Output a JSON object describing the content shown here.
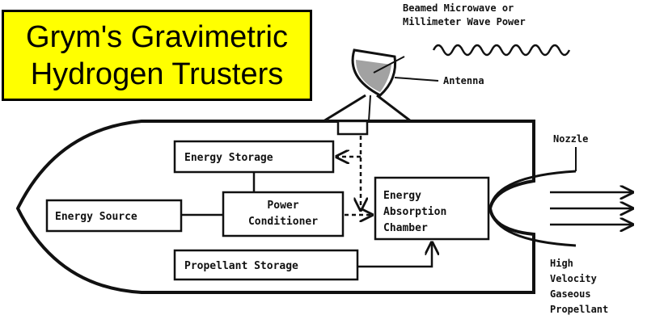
{
  "title": {
    "line1": "Grym's Gravimetric",
    "line2": "Hydrogen Trusters",
    "background": "#ffff00"
  },
  "components": {
    "energy_storage": "Energy Storage",
    "energy_source": "Energy Source",
    "power_conditioner": [
      "Power",
      "Conditioner"
    ],
    "energy_absorption_chamber": [
      "Energy",
      "Absorption",
      "Chamber"
    ],
    "propellant_storage": "Propellant Storage"
  },
  "callouts": {
    "beamed_power": [
      "Beamed Microwave or",
      "Millimeter Wave Power"
    ],
    "antenna": "Antenna",
    "nozzle": "Nozzle",
    "exhaust": [
      "High",
      "Velocity",
      "Gaseous",
      "Propellant"
    ]
  },
  "colors": {
    "line": "#111111",
    "title_border": "#000000"
  }
}
